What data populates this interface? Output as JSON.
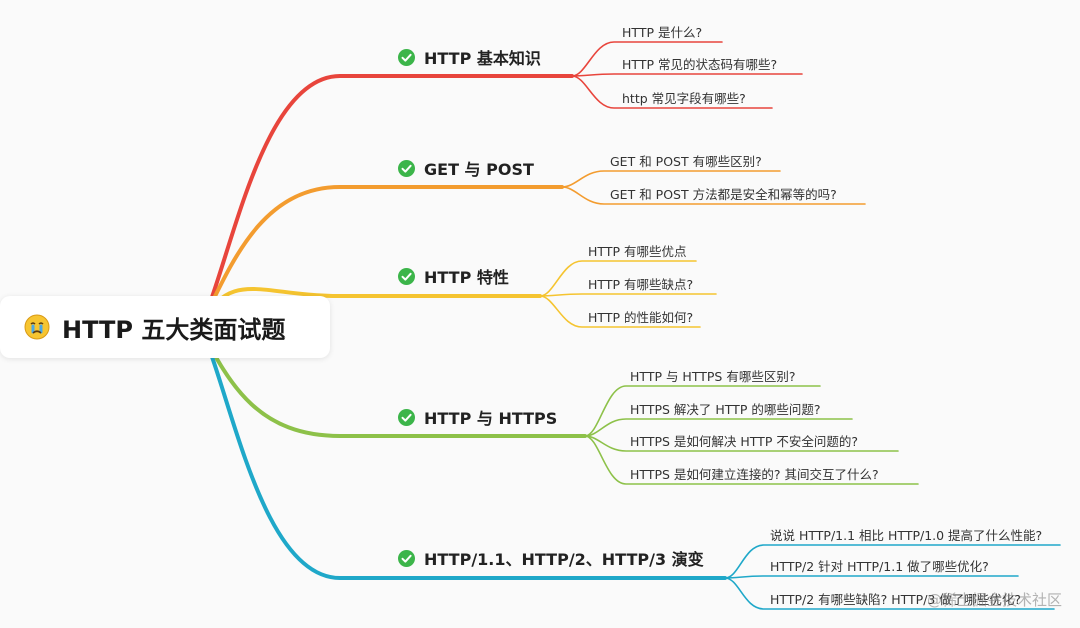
{
  "root": {
    "label": "HTTP 五大类面试题",
    "icon": "crying-face-icon"
  },
  "branches": [
    {
      "label": "HTTP 基本知识",
      "color": "#e8453c",
      "icon": "check-circle-icon",
      "children": [
        "HTTP 是什么?",
        "HTTP 常见的状态码有哪些?",
        "http 常见字段有哪些?"
      ]
    },
    {
      "label": "GET 与 POST",
      "color": "#f39c2f",
      "icon": "check-circle-icon",
      "children": [
        "GET 和 POST 有哪些区别?",
        "GET 和 POST 方法都是安全和幂等的吗?"
      ]
    },
    {
      "label": "HTTP 特性",
      "color": "#f5c430",
      "icon": "check-circle-icon",
      "children": [
        "HTTP 有哪些优点",
        "HTTP 有哪些缺点?",
        "HTTP 的性能如何?"
      ]
    },
    {
      "label": "HTTP 与 HTTPS",
      "color": "#8dc149",
      "icon": "check-circle-icon",
      "children": [
        "HTTP 与 HTTPS 有哪些区别?",
        "HTTPS 解决了 HTTP 的哪些问题?",
        "HTTPS 是如何解决 HTTP 不安全问题的?",
        "HTTPS  是如何建立连接的? 其间交互了什么?"
      ]
    },
    {
      "label": "HTTP/1.1、HTTP/2、HTTP/3 演变",
      "color": "#1fa8c9",
      "icon": "check-circle-icon",
      "children": [
        "说说 HTTP/1.1 相比 HTTP/1.0 提高了什么性能?",
        "HTTP/2 针对 HTTP/1.1 做了哪些优化?",
        "HTTP/2 有哪些缺陷? HTTP/3 做了哪些优化?"
      ]
    }
  ],
  "check_color": "#3cb54a",
  "watermark": "@稀土掘金技术社区"
}
